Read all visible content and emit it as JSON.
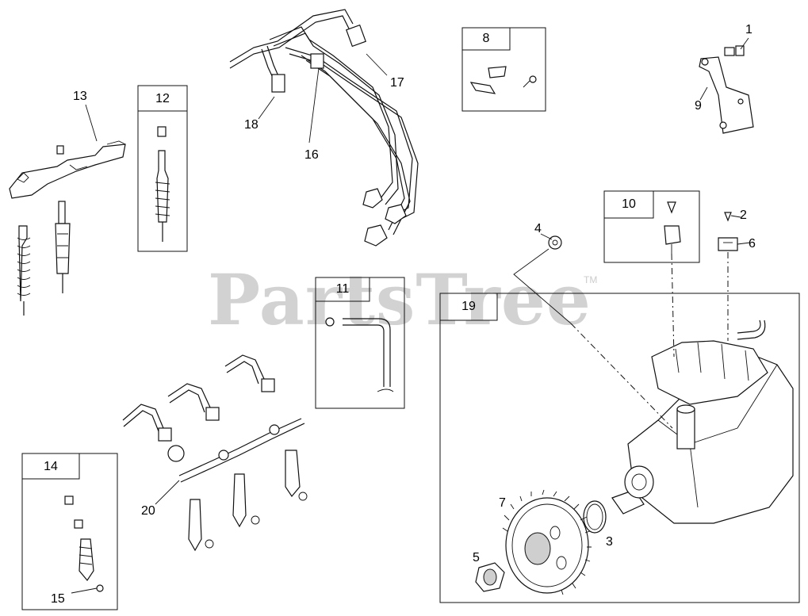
{
  "watermark": {
    "text": "PartsTree",
    "trademark": "TM"
  },
  "callouts": {
    "c1": "1",
    "c2": "2",
    "c3": "3",
    "c4": "4",
    "c5": "5",
    "c6": "6",
    "c7": "7",
    "c9": "9",
    "c13": "13",
    "c15": "15",
    "c16": "16",
    "c17": "17",
    "c18": "18",
    "c20": "20"
  },
  "boxes": {
    "b8": "8",
    "b10": "10",
    "b11": "11",
    "b12": "12",
    "b14": "14",
    "b19": "19"
  },
  "colors": {
    "line": "#111111",
    "watermark": "#d2d2d2",
    "background": "#ffffff"
  }
}
